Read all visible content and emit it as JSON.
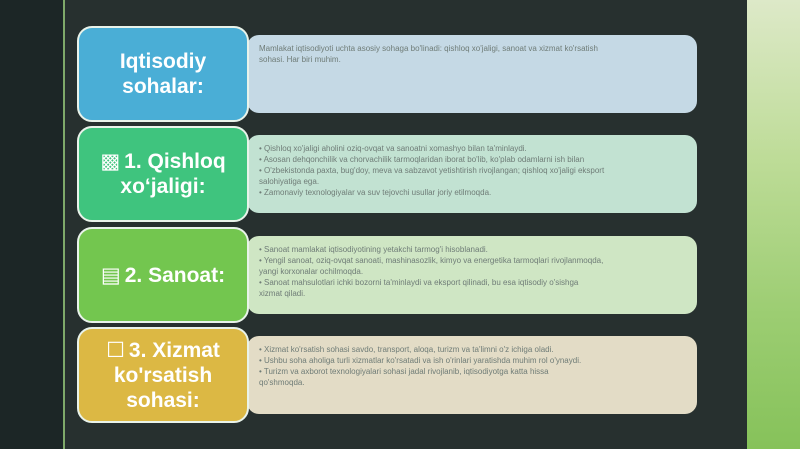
{
  "colors": {
    "row1_tile": "#4aaed6",
    "row1_desc": "#c5d9e5",
    "row2_tile": "#3fc47e",
    "row2_desc": "#c2e2d2",
    "row3_tile": "#73c64f",
    "row3_desc": "#cfe6c4",
    "row4_tile": "#dcb844",
    "row4_desc": "#e3dcc6"
  },
  "rows": [
    {
      "title": "Iqtisodiy sohalar:",
      "icon": "",
      "lines": [
        "Mamlakat iqtisodiyoti uchta asosiy sohaga bo'linadi: qishloq xo'jaligi, sanoat va xizmat ko'rsatish",
        "sohasi. Har biri muhim."
      ]
    },
    {
      "title": "1. Qishloq xo‘jaligi:",
      "icon": "▩",
      "lines": [
        "• Qishloq xo'jaligi aholini oziq-ovqat va sanoatni xomashyo bilan ta'minlaydi.",
        "• Asosan dehqonchilik va chorvachilik tarmoqlaridan iborat bo'lib, ko'plab odamlarni ish bilan",
        "• O'zbekistonda paxta, bug'doy, meva va sabzavot yetishtirish rivojlangan; qishloq xo'jaligi eksport",
        "  salohiyatiga ega.",
        "• Zamonaviy texnologiyalar va suv tejovchi usullar joriy etilmoqda."
      ]
    },
    {
      "title": "2. Sanoat:",
      "icon": "▤",
      "lines": [
        "• Sanoat mamlakat iqtisodiyotining yetakchi tarmog'i hisoblanadi.",
        "• Yengil sanoat, oziq-ovqat sanoati, mashinasozlik, kimyo va energetika tarmoqlari rivojlanmoqda,",
        "  yangi korxonalar ochilmoqda.",
        "• Sanoat mahsulotlari ichki bozorni ta'minlaydi va eksport qilinadi, bu esa iqtisodiy o'sishga",
        "  xizmat qiladi."
      ]
    },
    {
      "title": "3. Xizmat ko'rsatish sohasi:",
      "icon": "☐",
      "lines": [
        "• Xizmat ko'rsatish sohasi savdo, transport, aloqa, turizm va ta'limni o'z ichiga oladi.",
        "• Ushbu soha aholiga turli xizmatlar ko'rsatadi va ish o'rinlari yaratishda muhim rol o'ynaydi.",
        "• Turizm va axborot texnologiyalari sohasi jadal rivojlanib, iqtisodiyotga katta hissa",
        "  qo'shmoqda."
      ]
    }
  ]
}
